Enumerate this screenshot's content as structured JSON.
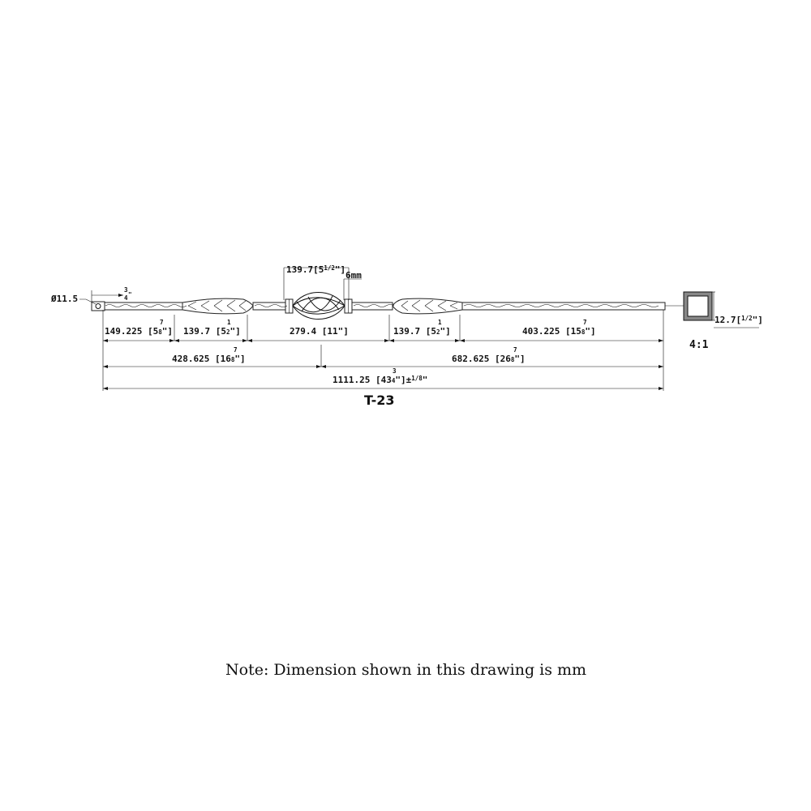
{
  "drawing": {
    "part_number": "T-23",
    "scale": "4:1",
    "note": "Note: Dimension shown in this drawing is mm",
    "hole_diameter": "Ø11.5",
    "end_thickness": {
      "whole": "",
      "num": "3",
      "den": "4",
      "unit": "\""
    },
    "basket_length": {
      "mm": "139.7",
      "whole": "5",
      "num": "1",
      "den": "2"
    },
    "collar_width": "6mm",
    "section_size": {
      "mm": "12.7",
      "num": "1",
      "den": "2"
    },
    "segments": [
      {
        "mm": "149.225",
        "whole": "5",
        "num": "7",
        "den": "8"
      },
      {
        "mm": "139.7",
        "whole": "5",
        "num": "1",
        "den": "2"
      },
      {
        "mm": "279.4",
        "inch": "11\""
      },
      {
        "mm": "139.7",
        "whole": "5",
        "num": "1",
        "den": "2"
      },
      {
        "mm": "403.225",
        "whole": "15",
        "num": "7",
        "den": "8"
      }
    ],
    "subtotals": [
      {
        "mm": "428.625",
        "whole": "16",
        "num": "7",
        "den": "8"
      },
      {
        "mm": "682.625",
        "whole": "26",
        "num": "7",
        "den": "8"
      }
    ],
    "overall": {
      "mm": "1111.25",
      "whole": "43",
      "num": "3",
      "den": "4",
      "tol_num": "1",
      "tol_den": "8"
    }
  }
}
